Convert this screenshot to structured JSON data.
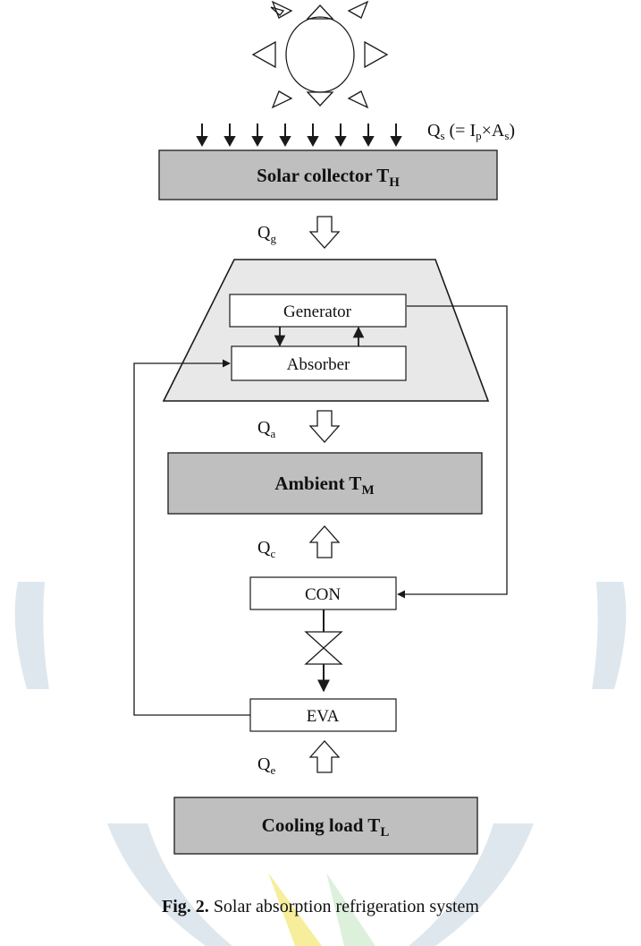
{
  "heat_input_label": {
    "main": "Q",
    "sub": "s",
    "rest1": " (= I",
    "sub2": "p",
    "rest2": "×A",
    "sub3": "s",
    "rest3": ")"
  },
  "solar_collector": {
    "name": "Solar collector T",
    "sub": "H"
  },
  "q_g": {
    "main": "Q",
    "sub": "g"
  },
  "generator": "Generator",
  "absorber": "Absorber",
  "q_a": {
    "main": "Q",
    "sub": "a"
  },
  "ambient": {
    "name": "Ambient T",
    "sub": "M"
  },
  "q_c": {
    "main": "Q",
    "sub": "c"
  },
  "condenser": "CON",
  "evaporator": "EVA",
  "q_e": {
    "main": "Q",
    "sub": "e"
  },
  "cooling_load": {
    "name": "Cooling load T",
    "sub": "L"
  },
  "caption": {
    "label": "Fig. 2.",
    "text": " Solar absorption refrigeration system"
  },
  "colors": {
    "box_fill": "#bfbfbf",
    "trapezoid_fill": "#e8e8e8",
    "line": "#1a1a1a",
    "watermark": "#c4d4e0",
    "watermark_accent": "#f2e14c",
    "watermark_green": "#c3e4c0"
  }
}
